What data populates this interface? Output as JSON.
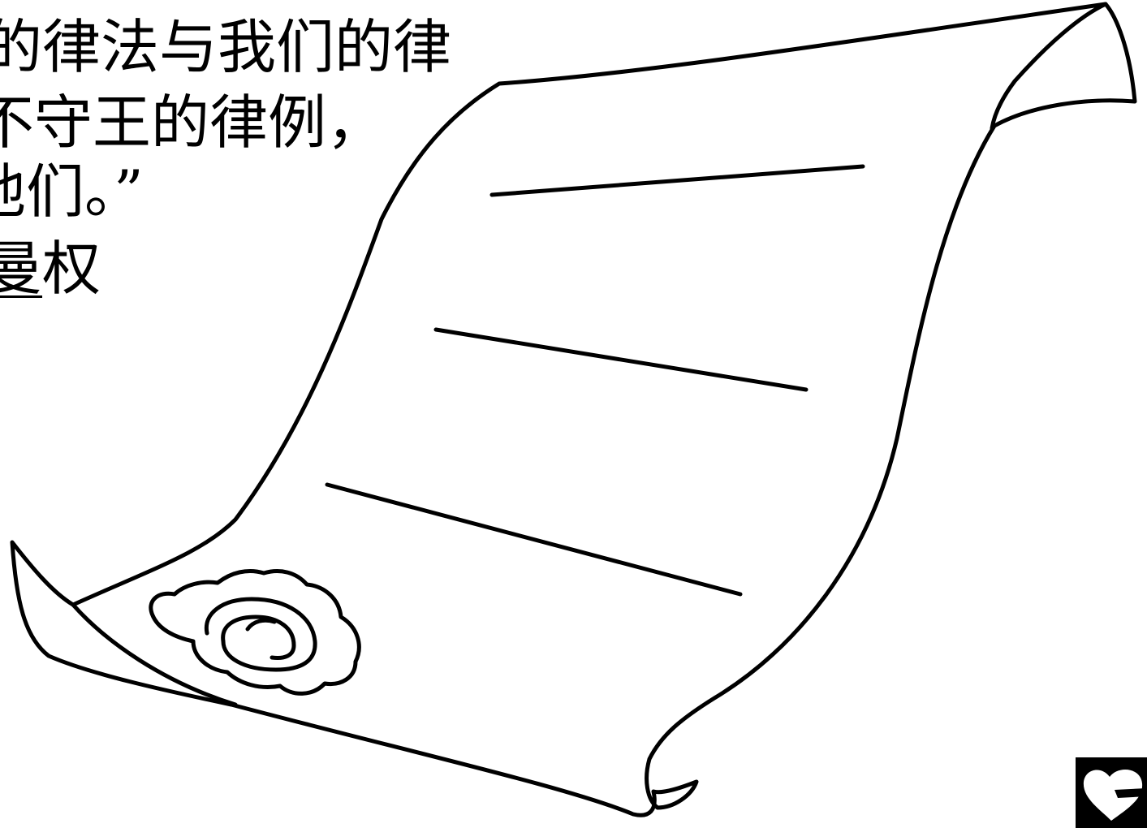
{
  "text_lines": [
    {
      "text": "的律法与我们的律"
    },
    {
      "text": "不守王的律例，"
    },
    {
      "text": "他们。”"
    },
    {
      "pre": "曼",
      "underlined": "",
      "post": "权"
    },
    {
      "text": "。"
    }
  ],
  "line_top_fragment": "",
  "colors": {
    "stroke": "#000000",
    "background": "#ffffff"
  },
  "icons": {
    "scroll": "scroll-icon",
    "seal": "seal-icon",
    "heart": "heart-icon"
  }
}
